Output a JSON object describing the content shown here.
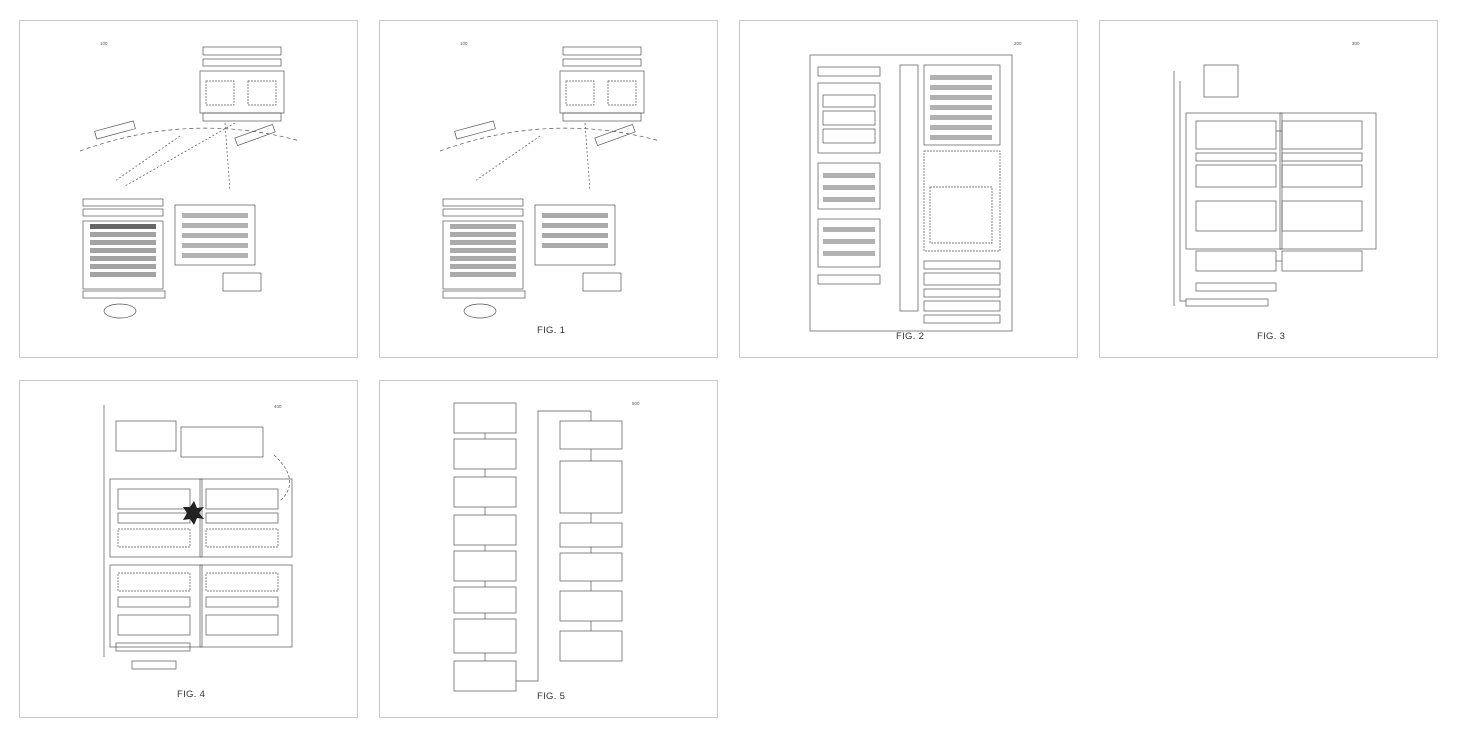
{
  "thumbnails": [
    {
      "id": "sheet-1",
      "caption": "",
      "ref": "100"
    },
    {
      "id": "sheet-2",
      "caption": "FIG. 1",
      "ref": "100"
    },
    {
      "id": "sheet-3",
      "caption": "FIG. 2",
      "ref": "200"
    },
    {
      "id": "sheet-4",
      "caption": "FIG. 3",
      "ref": "300"
    },
    {
      "id": "sheet-5",
      "caption": "FIG. 4",
      "ref": "400"
    },
    {
      "id": "sheet-6",
      "caption": "FIG. 5",
      "ref": "500"
    }
  ]
}
